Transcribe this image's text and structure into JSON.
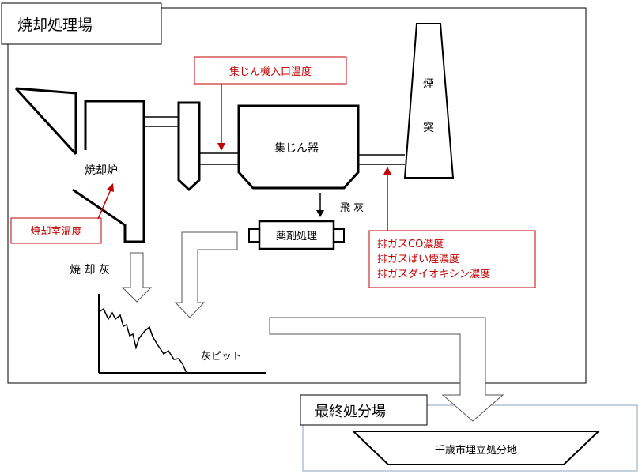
{
  "plant": {
    "title": "焼却処理場",
    "incinerator": "焼却炉",
    "dust_collector": "集じん器",
    "stack": [
      "煙",
      "突"
    ],
    "fly_ash": "飛 灰",
    "chemical_treatment": "薬剤処理",
    "bottom_ash": "焼 却 灰",
    "ash_pit": "灰ピット"
  },
  "monitoring": {
    "collector_inlet_temp": "集じん機入口温度",
    "chamber_temp": "焼却室温度",
    "exhaust_lines": [
      "排ガスCO濃度",
      "排ガスばい煙濃度",
      "排ガスダイオキシン濃度"
    ]
  },
  "disposal": {
    "title": "最終処分場",
    "landfill": "千歳市埋立処分地"
  },
  "colors": {
    "annotation": "#c00000",
    "outline": "#000000",
    "disposal_border": "#8ea3bf"
  }
}
